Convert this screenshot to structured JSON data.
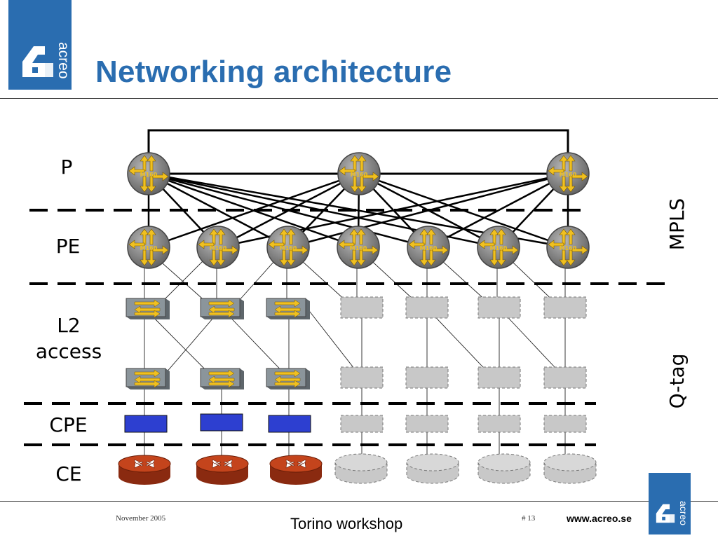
{
  "header": {
    "title": "Networking architecture",
    "logo_text": "acreo"
  },
  "layers": {
    "p": "P",
    "pe": "PE",
    "l2_line1": "L2",
    "l2_line2": "access",
    "cpe": "CPE",
    "ce": "CE"
  },
  "side_labels": {
    "mpls": "MPLS",
    "qtag": "Q-tag"
  },
  "router_model": "M160",
  "footer": {
    "date": "November 2005",
    "event": "Torino workshop",
    "page": "# 13",
    "url": "www.acreo.se"
  },
  "colors": {
    "brand_blue": "#2a6db0",
    "cpe_blue": "#2d3fd0",
    "ce_red": "#b23a1a",
    "router_gray": "#8a8a8a",
    "router_arrow": "#f0c020",
    "switch_gray": "#7f8a90",
    "placeholder_gray": "#c8c8c8"
  }
}
